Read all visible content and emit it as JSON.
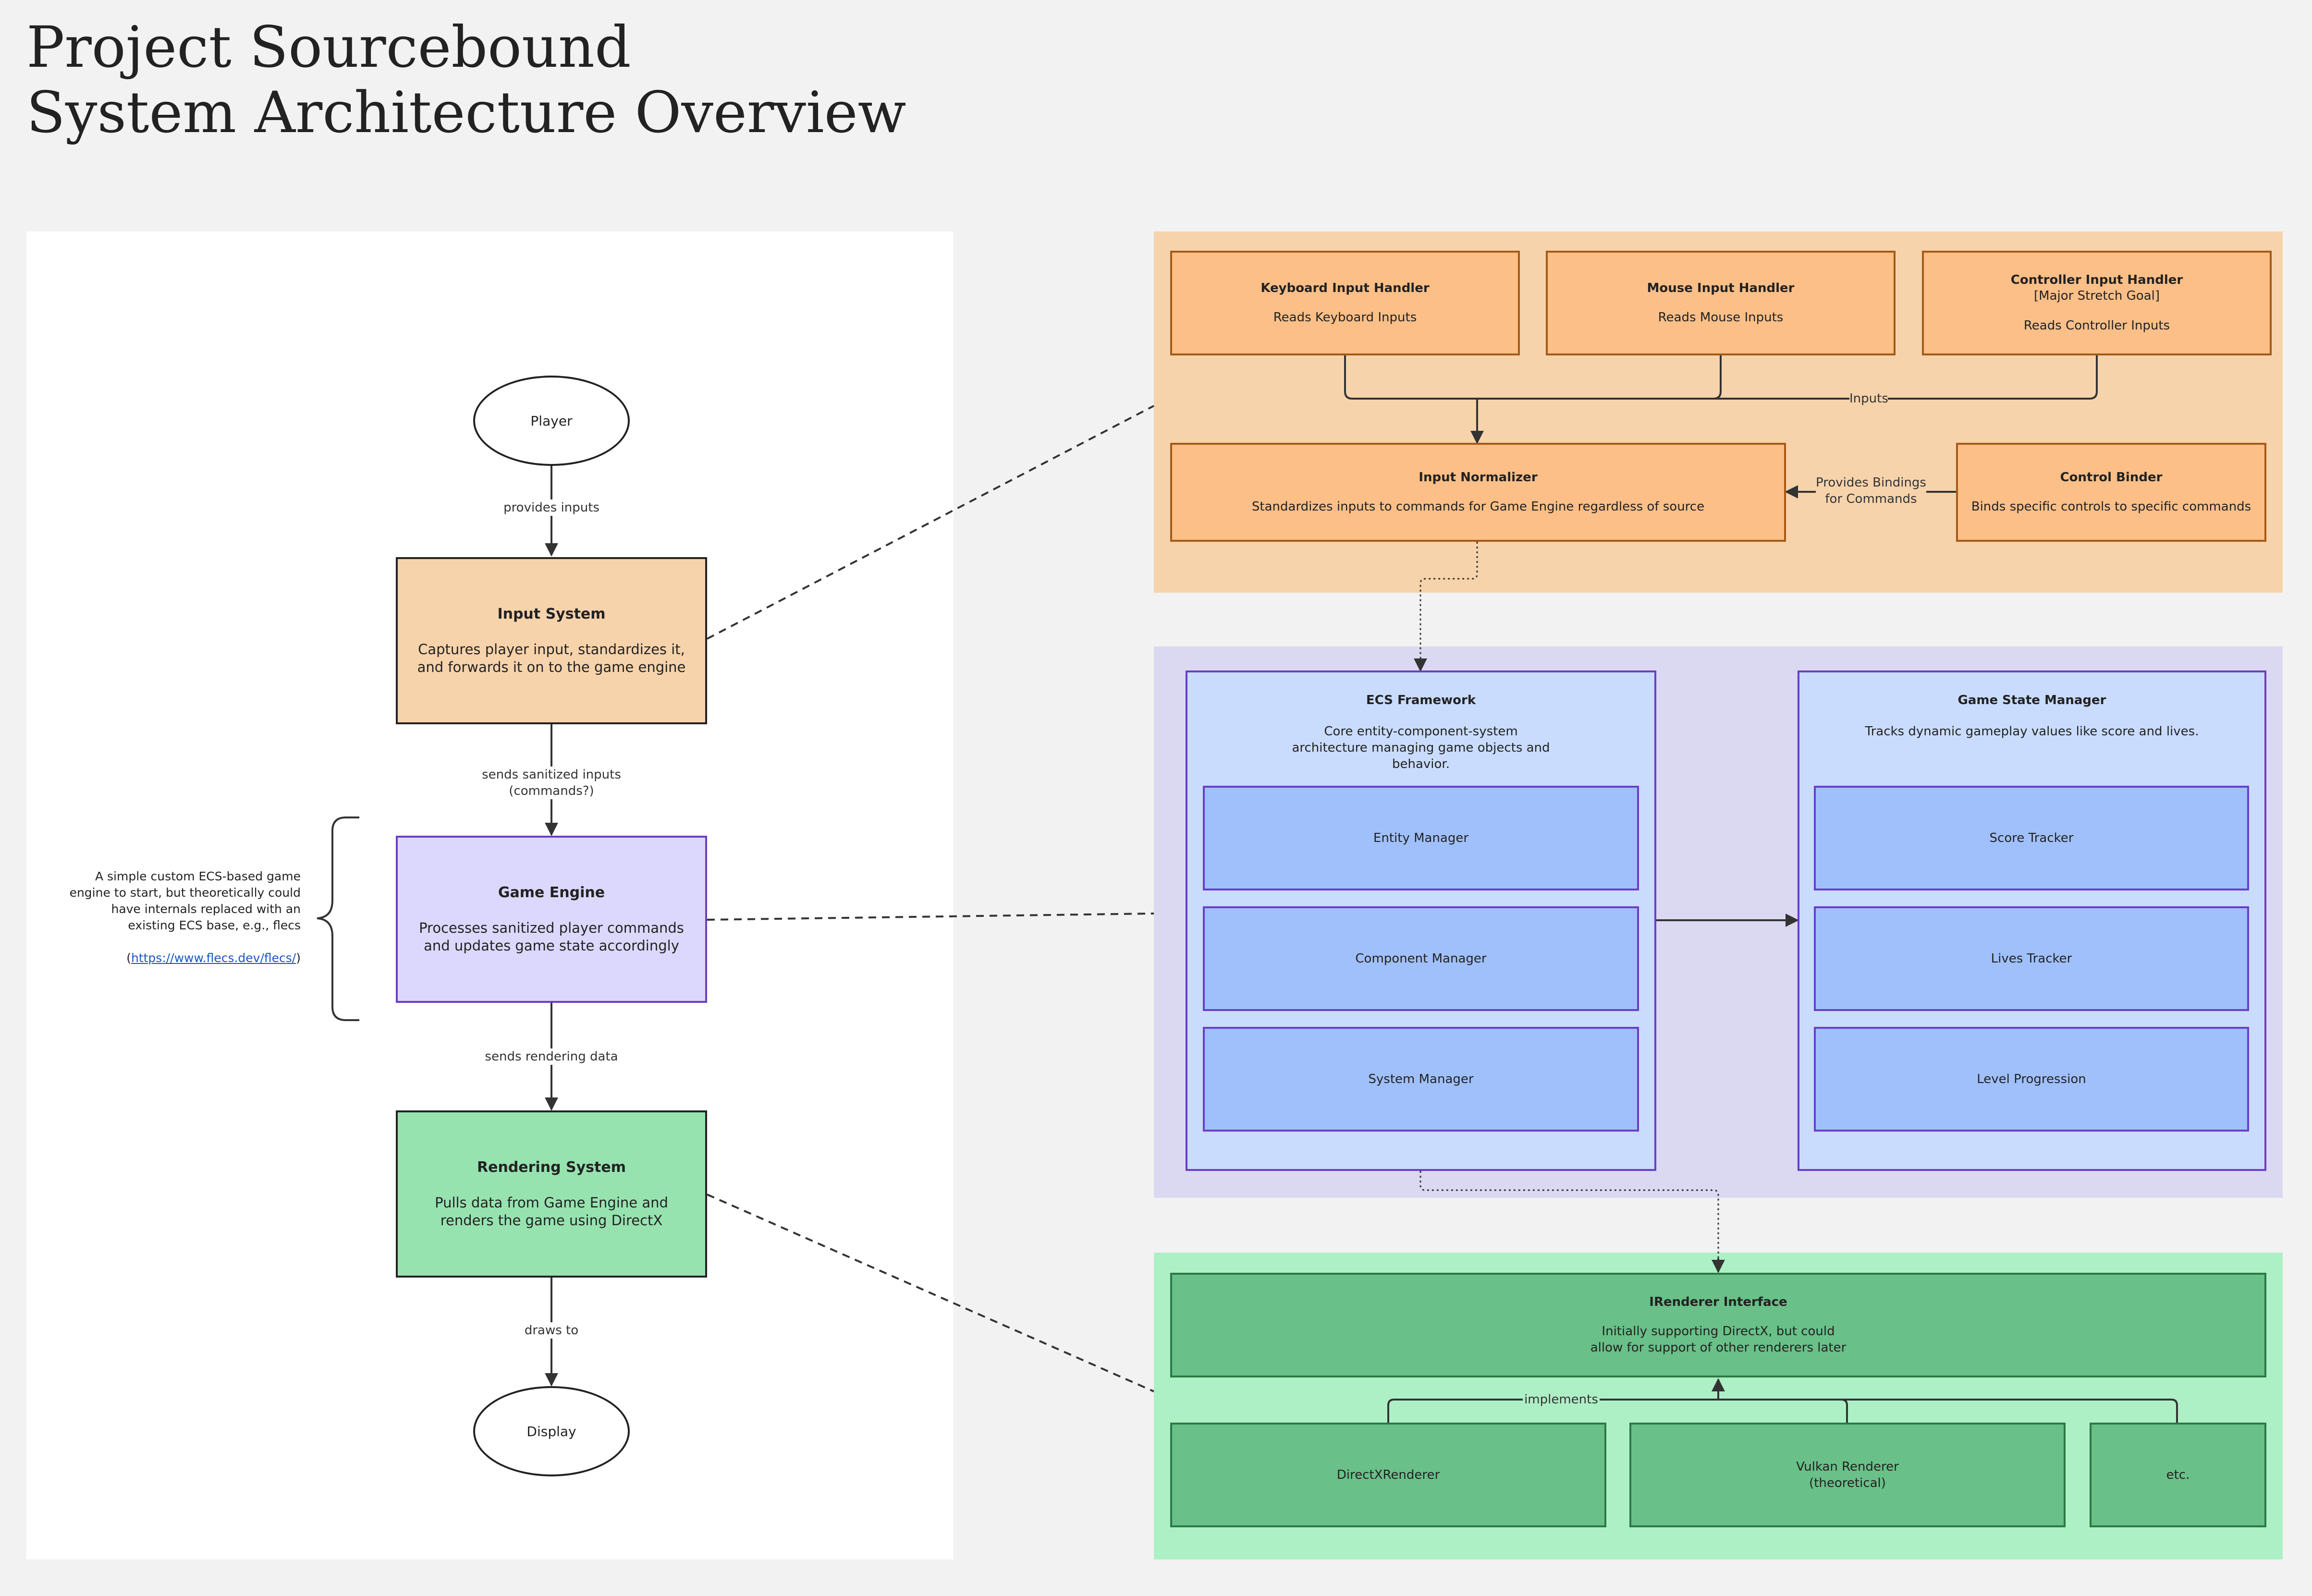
{
  "title": {
    "line1": "Project Sourcebound",
    "line2": "System Architecture Overview"
  },
  "flow": {
    "player": "Player",
    "provides_inputs": "provides inputs",
    "input_system": {
      "title": "Input System",
      "desc": "Captures player input, standardizes it, and forwards it on to the game engine"
    },
    "sends_sanitized": "sends sanitized inputs (commands?)",
    "game_engine": {
      "title": "Game Engine",
      "desc": "Processes sanitized player commands and updates game state accordingly"
    },
    "sends_rendering": "sends rendering data",
    "rendering_system": {
      "title": "Rendering System",
      "desc": "Pulls data from Game Engine and renders the game using DirectX"
    },
    "draws_to": "draws to",
    "display": "Display"
  },
  "engine_note": {
    "text": "A simple custom ECS-based game engine to start, but theoretically could have internals replaced with an existing ECS base, e.g., flecs",
    "link_prefix": "(",
    "link": "https://www.flecs.dev/flecs/",
    "link_suffix": ")"
  },
  "input_panel": {
    "keyboard": {
      "title": "Keyboard Input Handler",
      "desc": "Reads Keyboard Inputs"
    },
    "mouse": {
      "title": "Mouse Input Handler",
      "desc": "Reads Mouse Inputs"
    },
    "controller": {
      "title": "Controller Input Handler",
      "sub": "[Major Stretch Goal]",
      "desc": "Reads Controller Inputs"
    },
    "inputs_label": "Inputs",
    "normalizer": {
      "title": "Input Normalizer",
      "desc": "Standardizes inputs to commands for Game Engine regardless of source"
    },
    "bindings_label": "Provides Bindings for Commands",
    "binder": {
      "title": "Control Binder",
      "desc": "Binds specific controls to specific commands"
    }
  },
  "engine_panel": {
    "ecs": {
      "title": "ECS Framework",
      "desc": "Core entity-component-system architecture managing game objects and behavior."
    },
    "entity_manager": "Entity Manager",
    "component_manager": "Component Manager",
    "system_manager": "System Manager",
    "gsm": {
      "title": "Game State Manager",
      "desc": "Tracks dynamic gameplay values like score and lives."
    },
    "score_tracker": "Score Tracker",
    "lives_tracker": "Lives Tracker",
    "level_progression": "Level Progression"
  },
  "render_panel": {
    "irenderer": {
      "title": "IRenderer Interface",
      "desc": "Initially supporting DirectX, but could allow for support of other renderers later"
    },
    "implements_label": "implements",
    "directx": "DirectXRenderer",
    "vulkan": "Vulkan Renderer",
    "vulkan_sub": "(theoretical)",
    "etc": "etc."
  },
  "colors": {
    "background": "#f2f2f2",
    "input_panel": "#f7d3ab",
    "engine_panel": "#dbd8f1",
    "render_panel": "#aef0c6",
    "orange_box": "#fbbf87",
    "lavender_box": "#dcd8fd",
    "blue_outer": "#c9dcfd",
    "blue_inner": "#a0c0fb",
    "green_box": "#69c088"
  }
}
